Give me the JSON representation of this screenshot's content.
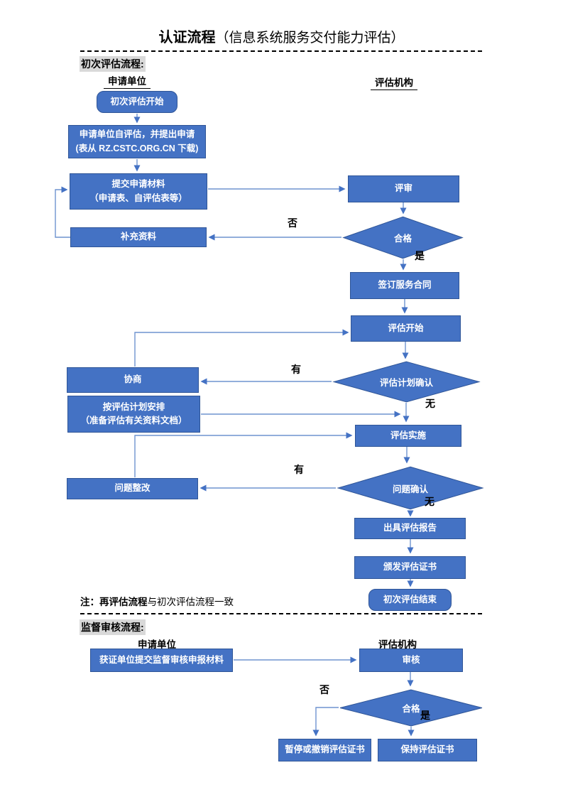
{
  "title": {
    "main": "认证流程",
    "sub": "（信息系统服务交付能力评估）"
  },
  "section1": {
    "heading": "初次评估流程:",
    "col_left": "申请单位",
    "col_right": "评估机构",
    "nodes": {
      "start": "初次评估开始",
      "self_assess_l1": "申请单位自评估，并提出申请",
      "self_assess_l2": "(表从 RZ.CSTC.ORG.CN 下载)",
      "submit_l1": "提交申请材料",
      "submit_l2": "（申请表、自评估表等）",
      "supplement": "补充资料",
      "review": "评审",
      "qualified": "合格",
      "sign": "签订服务合同",
      "assess_start": "评估开始",
      "negotiate": "协商",
      "plan_confirm": "评估计划确认",
      "plan_arrange_l1": "按评估计划安排",
      "plan_arrange_l2": "（准备评估有关资料文档）",
      "implement": "评估实施",
      "issue_confirm": "问题确认",
      "rectify": "问题整改",
      "report": "出具评估报告",
      "certificate": "颁发评估证书",
      "end": "初次评估结束"
    },
    "labels": {
      "no": "否",
      "yes": "是",
      "has1": "有",
      "none1": "无",
      "has2": "有",
      "none2": "无"
    }
  },
  "note": {
    "bold": "注：再评估流程",
    "rest": "与初次评估流程一致"
  },
  "section2": {
    "heading": "监督审核流程:",
    "col_left": "申请单位",
    "col_right": "评估机构",
    "nodes": {
      "submit": "获证单位提交监督审核申报材料",
      "audit": "审核",
      "qualified": "合格",
      "suspend": "暂停或撤销评估证书",
      "keep": "保持评估证书"
    },
    "labels": {
      "no": "否",
      "yes": "是"
    }
  },
  "colors": {
    "node_fill": "#4472C4",
    "node_border": "#2f5597",
    "line": "#6e93cf",
    "arrowhead": "#4472C4",
    "highlight": "#d9d9d9",
    "text_on_node": "#ffffff"
  }
}
